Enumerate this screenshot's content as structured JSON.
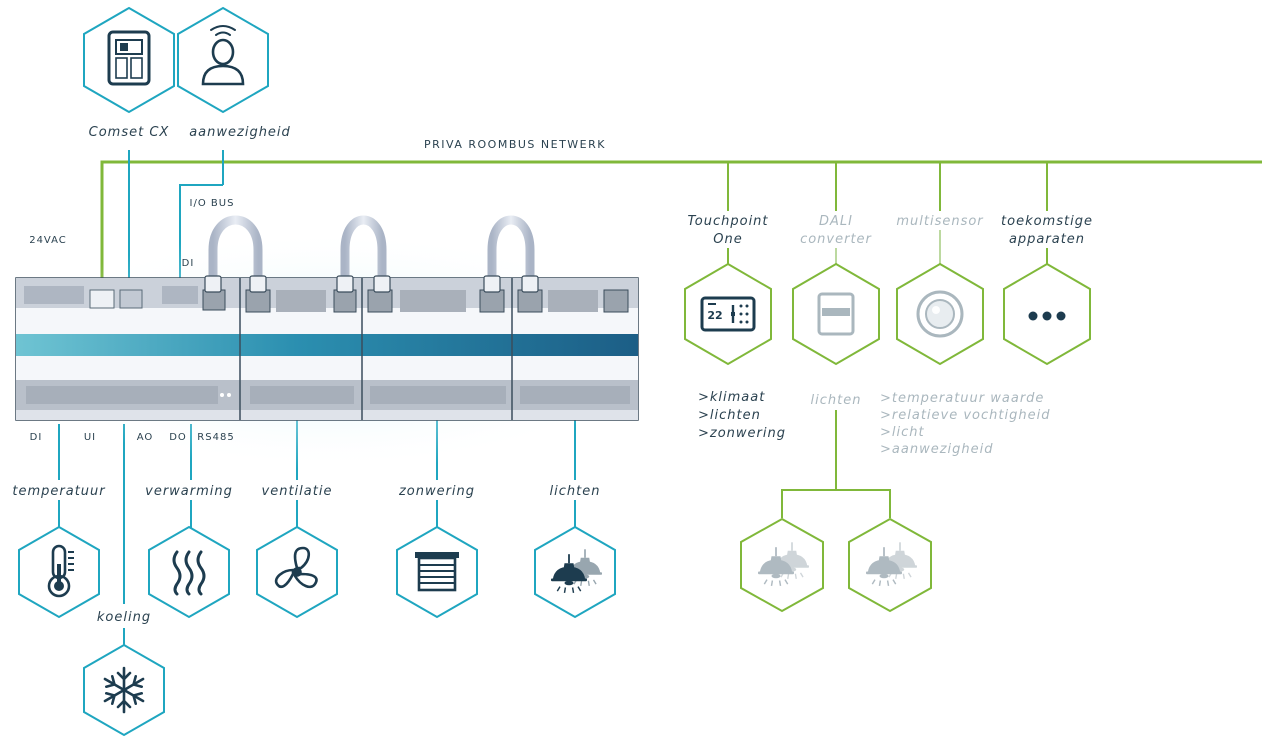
{
  "network": {
    "label": "PRIVA ROOMBUS NETWERK"
  },
  "top_devices": {
    "comset": "Comset CX",
    "presence": "aanwezigheid"
  },
  "controller": {
    "io_bus": "I/O BUS",
    "power": "24VAC",
    "di_top": "DI",
    "ports": {
      "di": "DI",
      "ui": "UI",
      "ao": "AO",
      "do": "DO",
      "rs485": "RS485"
    }
  },
  "outputs": {
    "temperatuur": "temperatuur",
    "verwarming": "verwarming",
    "ventilatie": "ventilatie",
    "zonwering": "zonwering",
    "lichten": "lichten",
    "koeling": "koeling"
  },
  "bus_devices": {
    "touchpoint": {
      "line1": "Touchpoint",
      "line2": "One"
    },
    "dali": {
      "line1": "DALI",
      "line2": "converter"
    },
    "multisensor": "multisensor",
    "future": {
      "line1": "toekomstige",
      "line2": "apparaten"
    }
  },
  "touchpoint_features": [
    ">klimaat",
    ">lichten",
    ">zonwering"
  ],
  "dali_output": "lichten",
  "multisensor_features": [
    ">temperatuur waarde",
    ">relatieve vochtigheid",
    ">licht",
    ">aanwezigheid"
  ],
  "colors": {
    "blue": "#1fa6c0",
    "green": "#80b83a",
    "dark": "#1d3c4f",
    "faded": "#aab7be"
  },
  "icons": {
    "comset": "thermostat-panel-icon",
    "presence": "person-wifi-icon",
    "temperature": "thermometer-icon",
    "heating": "heat-waves-icon",
    "ventilation": "fan-icon",
    "shading": "roller-blind-icon",
    "lights": "pendant-lamp-icon",
    "cooling": "snowflake-icon",
    "touchpoint": "touch-panel-icon",
    "dali": "dali-converter-icon",
    "multisensor": "sensor-icon",
    "future": "ellipsis-icon"
  }
}
